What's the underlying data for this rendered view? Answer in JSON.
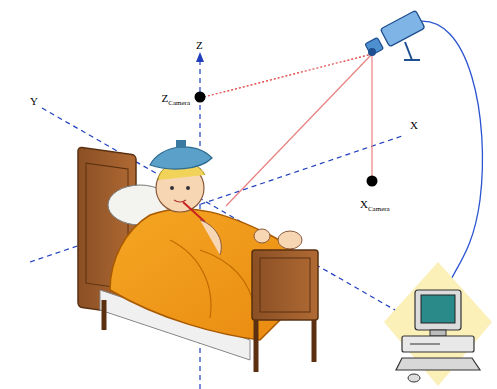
{
  "diagram": {
    "labels": [
      "Z",
      "Y",
      "X",
      "Z",
      "Camera",
      "X",
      "Camera"
    ]
  }
}
